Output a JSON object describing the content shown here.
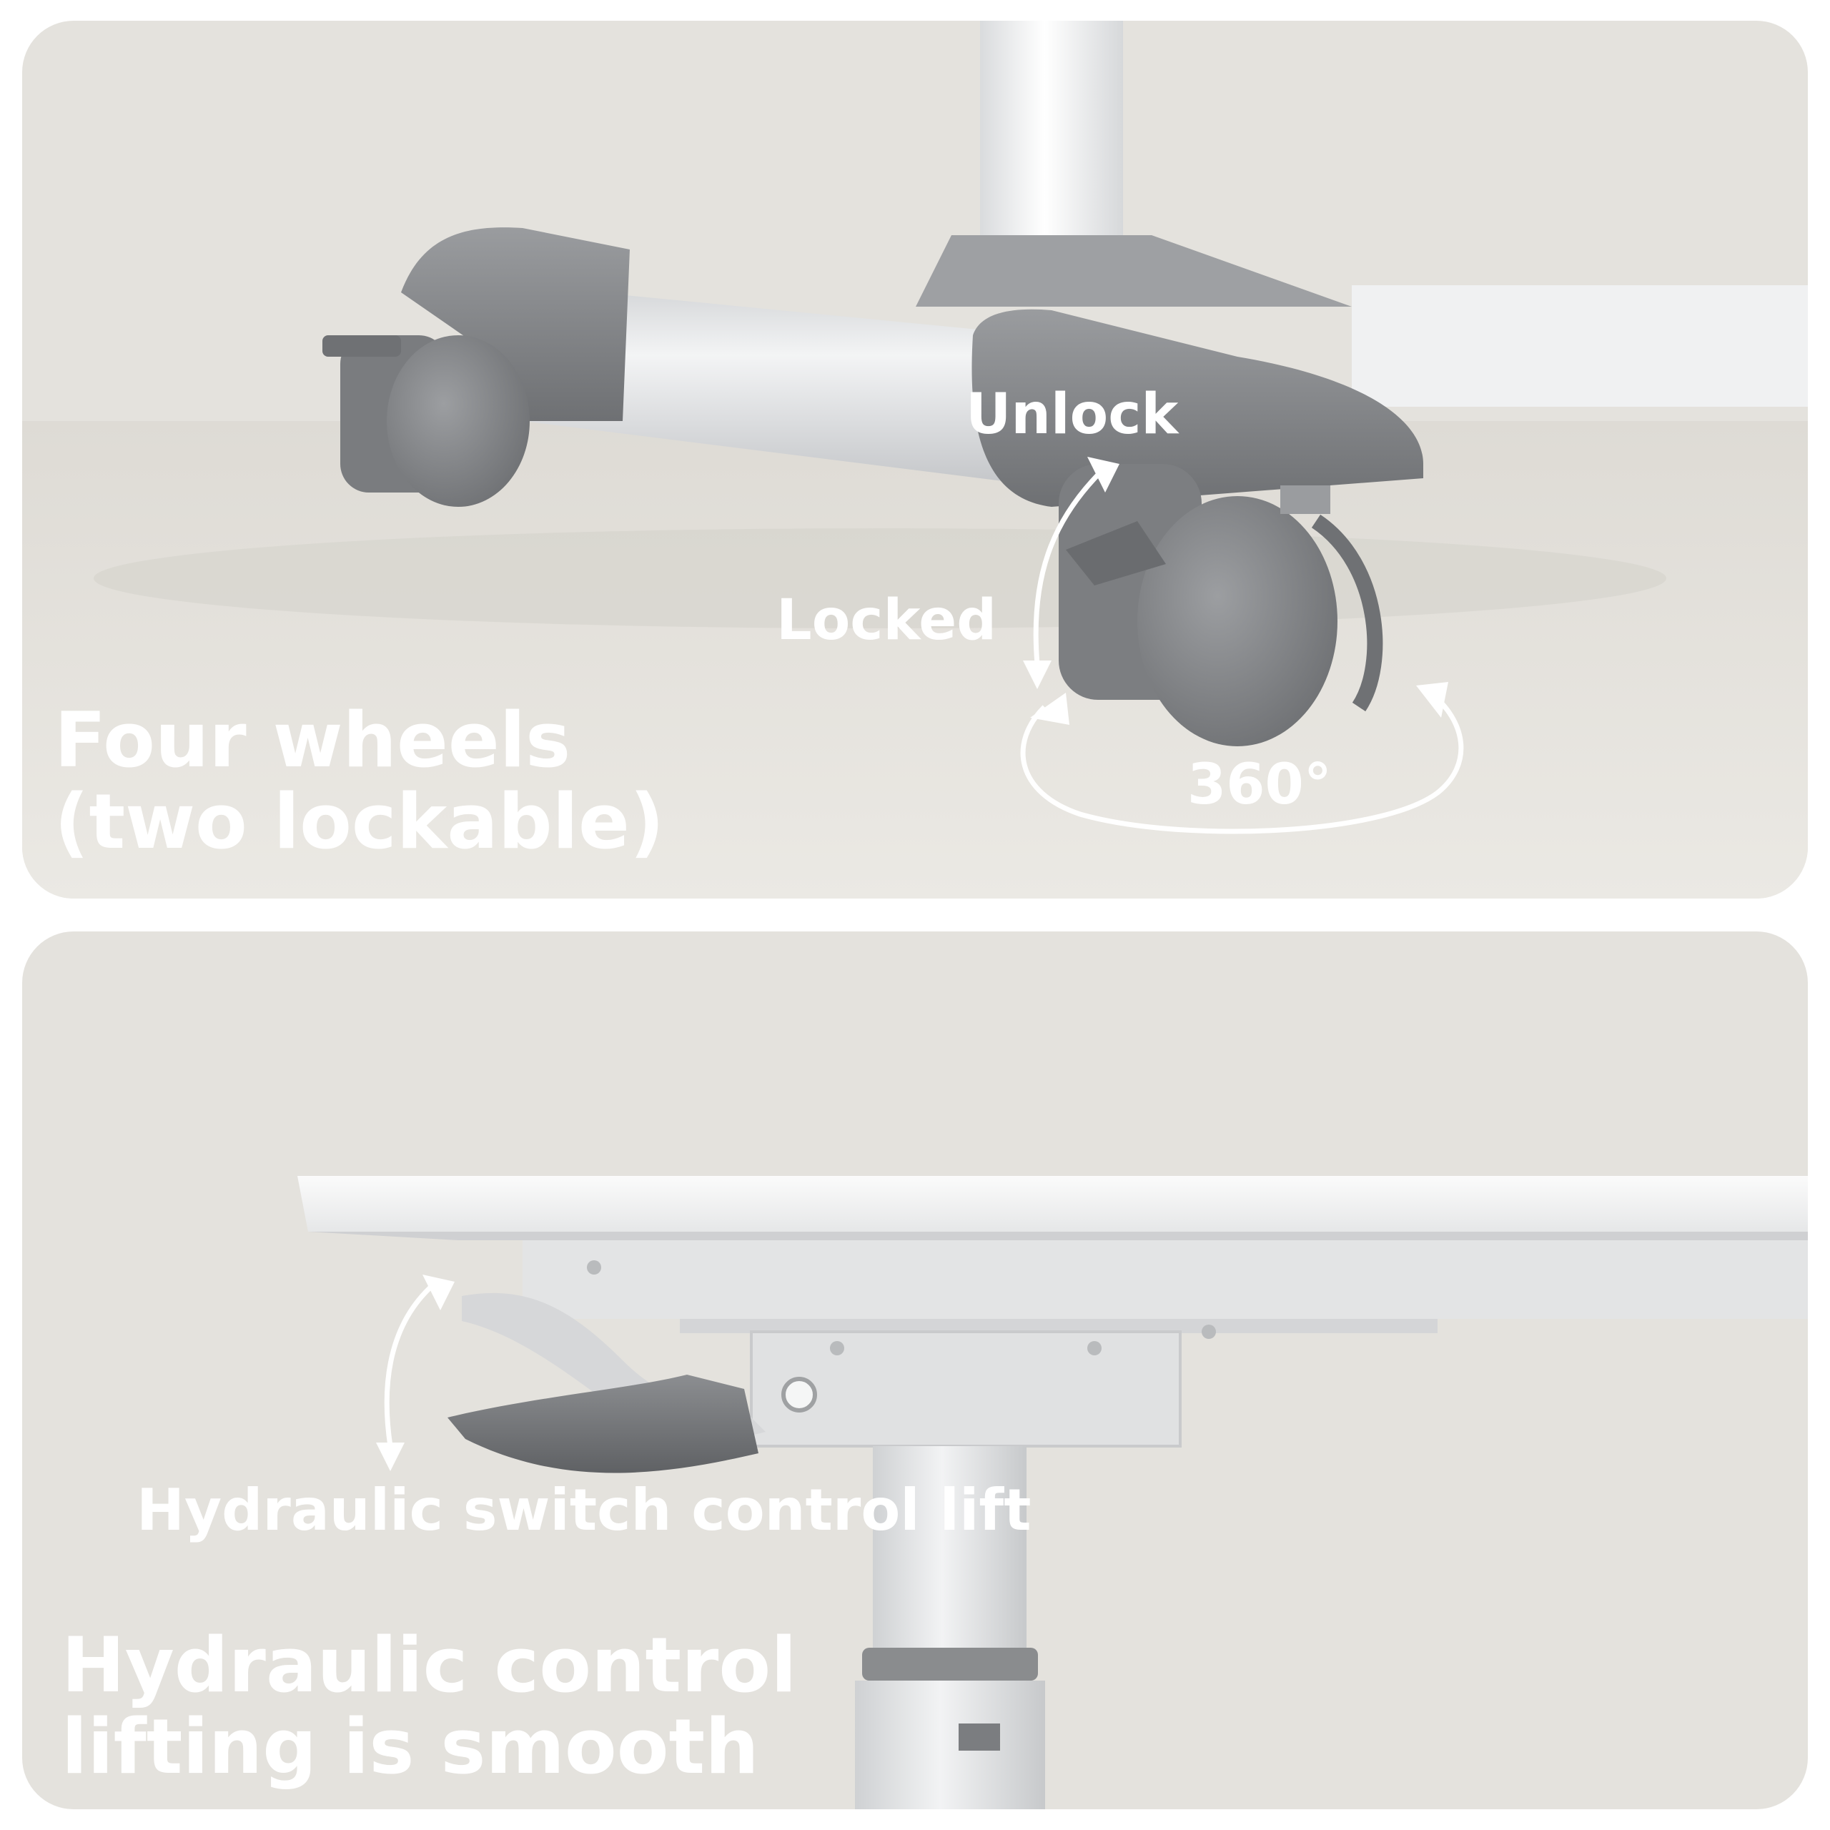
{
  "panels": {
    "top": {
      "heading_line1": "Four wheels",
      "heading_line2": "(two lockable)",
      "callout_unlock": "Unlock",
      "callout_locked": "Locked",
      "callout_rotation": "360°"
    },
    "bottom": {
      "switch_label": "Hydraulic switch control lift",
      "heading_line1": "Hydraulic control",
      "heading_line2": "lifting is smooth"
    }
  },
  "colors": {
    "panel_background": "#e4e2dd",
    "frame_gray": "#8a8c8e",
    "tube_light": "#e9eaeb",
    "text": "#ffffff"
  }
}
